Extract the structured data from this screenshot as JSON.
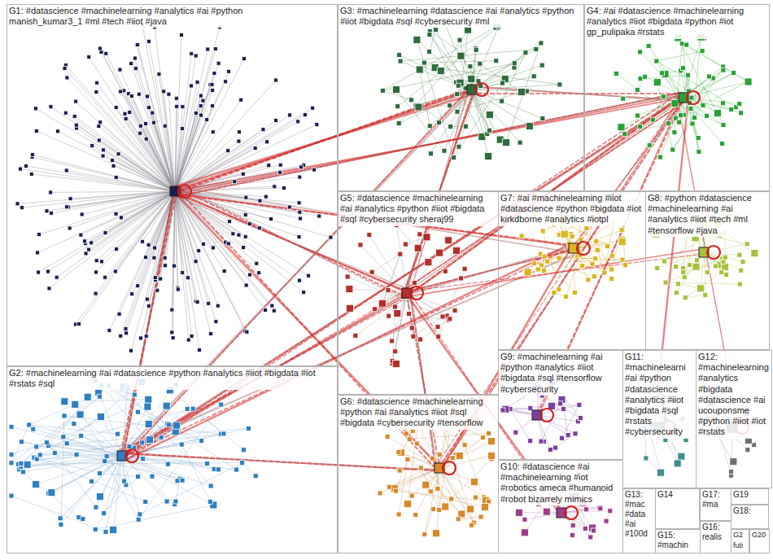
{
  "diagram": {
    "nodes": [
      {
        "text": [
          "G1: #datascience #machinelearning #analytics #ai #python manish_kumar3_1 #ml #tech #iiot #java"
        ]
      },
      {
        "text": [
          "G3: #machinelearning #datascience #ai #analytics #python #iiot #bigdata #sql #cybersecurity #ml"
        ]
      },
      {
        "text": [
          "G4: #ai #datascience #machinelearning #analytics #iiot #bigdata #python #iot gp_pulipaka #rstats"
        ]
      },
      {
        "text": [
          "G5: #datascience #machinelearning #ai #analytics #python #iiot #bigdata #sql #cybersecurity sheraj99"
        ]
      },
      {
        "text": [
          "G7: #ai #machinelearning #iiot #datascience #python #bigdata #iot kirkdborne #analytics #iotpl"
        ]
      },
      {
        "text": [
          "G8: #python #datascience #machinelearning #ai #analytics #iiot #tech #ml #tensorflow #java"
        ]
      },
      {
        "text": [
          "G2: #machinelearning #ai #datascience #python #analytics #iiot #bigdata #iot #rstats #sql"
        ]
      },
      {
        "text": [
          "G9: #machinelearning #ai #python #analytics #iiot #bigdata #sql #tensorflow #cybersecurity"
        ]
      },
      {
        "text": [
          "G11: #machinelearni #ai #python #datascience #analytics #iiot #bigdata #sql #rstats #cybersecurity"
        ]
      },
      {
        "text": [
          "G12: #machinelearning #analytics #bigdata #datascience #ai ucouponsme #python #iiot #iot #rstats"
        ]
      },
      {
        "text": [
          "G6: #datascience #machinelearning #python #ai #analytics #iiot #sql #bigdata #cybersecurity #tensorflow"
        ]
      },
      {
        "text": [
          "G10: #datascience #ai #machinelearning #iot #robotics ameca #humanoid #robot bizarrely mimics"
        ]
      },
      {
        "text": [
          "G13: #mac #data #ai #100d"
        ]
      },
      {
        "text": [
          "G14"
        ]
      },
      {
        "text": [
          "G17: #ma"
        ]
      },
      {
        "text": [
          "G19"
        ]
      },
      {
        "text": [
          "G18:"
        ]
      },
      {
        "text": [
          "G15: #machin"
        ]
      },
      {
        "text": [
          "G16: realis"
        ]
      },
      {
        "text": [
          "G2",
          "futi"
        ]
      },
      {
        "text": [
          "G20"
        ]
      }
    ]
  }
}
